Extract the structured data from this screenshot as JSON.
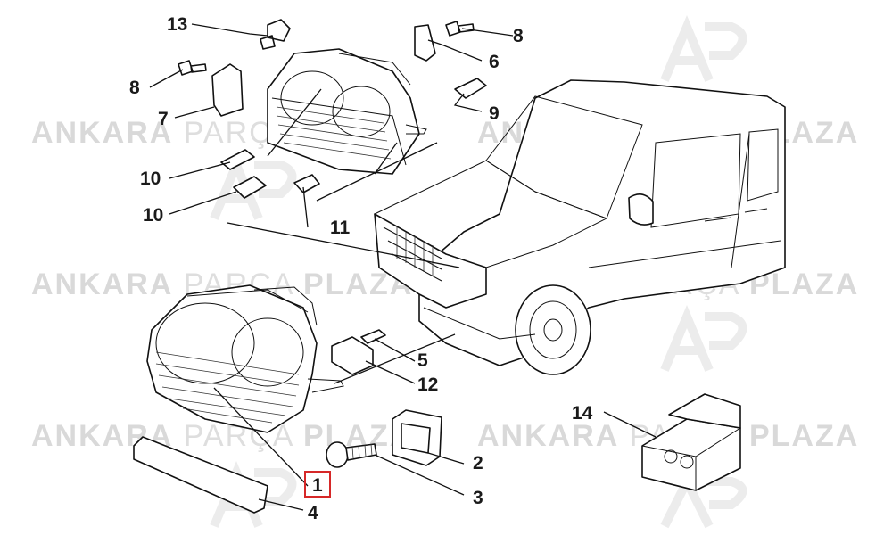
{
  "watermark": {
    "word1": "ANKARA",
    "word2": "PARÇA",
    "word3": "PLAZA",
    "logo": "AP"
  },
  "callouts": [
    {
      "id": "c1",
      "label": "1"
    },
    {
      "id": "c2",
      "label": "2"
    },
    {
      "id": "c3",
      "label": "3"
    },
    {
      "id": "c4",
      "label": "4"
    },
    {
      "id": "c5",
      "label": "5"
    },
    {
      "id": "c6",
      "label": "6"
    },
    {
      "id": "c7",
      "label": "7"
    },
    {
      "id": "c8a",
      "label": "8"
    },
    {
      "id": "c8b",
      "label": "8"
    },
    {
      "id": "c9",
      "label": "9"
    },
    {
      "id": "c10a",
      "label": "10"
    },
    {
      "id": "c10b",
      "label": "10"
    },
    {
      "id": "c11",
      "label": "11"
    },
    {
      "id": "c12",
      "label": "12"
    },
    {
      "id": "c13",
      "label": "13"
    },
    {
      "id": "c14",
      "label": "14"
    }
  ],
  "highlighted_callout": "1",
  "colors": {
    "highlight": "#d62828",
    "line": "#111111",
    "watermark": "#d9d9d9"
  }
}
